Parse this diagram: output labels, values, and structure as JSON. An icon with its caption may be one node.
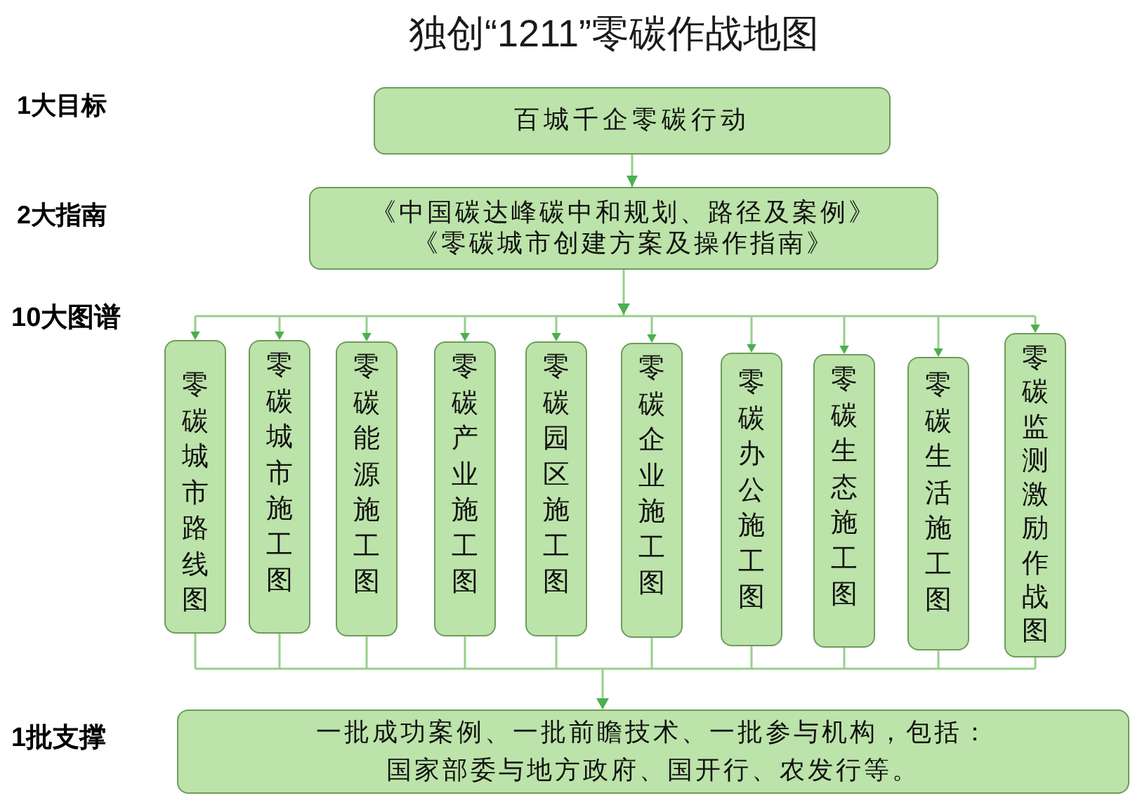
{
  "diagram": {
    "title": "独创“1211”零碳作战地图",
    "nodes": [
      {
        "text": [
          "百城千企零碳行动"
        ]
      },
      {
        "text": [
          "《中国碳达峰碳中和规划、路径及案例》",
          "《零碳城市创建方案及操作指南》"
        ]
      },
      {
        "text": [
          "零碳城市路线图"
        ]
      },
      {
        "text": [
          "零碳城市施工图"
        ]
      },
      {
        "text": [
          "零碳能源施工图"
        ]
      },
      {
        "text": [
          "零碳产业施工图"
        ]
      },
      {
        "text": [
          "零碳园区施工图"
        ]
      },
      {
        "text": [
          "零碳企业施工图"
        ]
      },
      {
        "text": [
          "零碳办公施工图"
        ]
      },
      {
        "text": [
          "零碳生态施工图"
        ]
      },
      {
        "text": [
          "零碳生活施工图"
        ]
      },
      {
        "text": [
          "零碳监测激励作战图"
        ]
      },
      {
        "text": [
          "一批成功案例、一批前瞻技术、一批参与机构，包括：",
          "国家部委与地方政府、国开行、农发行等。"
        ]
      }
    ],
    "edges": [
      {
        "from": 0,
        "to": 1,
        "arrow": "to"
      },
      {
        "from": 1,
        "to": 2,
        "arrow": "to"
      },
      {
        "from": 1,
        "to": 3,
        "arrow": "to"
      },
      {
        "from": 1,
        "to": 4,
        "arrow": "to"
      },
      {
        "from": 1,
        "to": 5,
        "arrow": "to"
      },
      {
        "from": 1,
        "to": 6,
        "arrow": "to"
      },
      {
        "from": 1,
        "to": 7,
        "arrow": "to"
      },
      {
        "from": 1,
        "to": 8,
        "arrow": "to"
      },
      {
        "from": 1,
        "to": 9,
        "arrow": "to"
      },
      {
        "from": 1,
        "to": 10,
        "arrow": "to"
      },
      {
        "from": 1,
        "to": 11,
        "arrow": "to"
      },
      {
        "from": 2,
        "to": 12,
        "arrow": "to"
      },
      {
        "from": 3,
        "to": 12,
        "arrow": "to"
      },
      {
        "from": 4,
        "to": 12,
        "arrow": "to"
      },
      {
        "from": 5,
        "to": 12,
        "arrow": "to"
      },
      {
        "from": 6,
        "to": 12,
        "arrow": "to"
      },
      {
        "from": 7,
        "to": 12,
        "arrow": "to"
      },
      {
        "from": 8,
        "to": 12,
        "arrow": "to"
      },
      {
        "from": 9,
        "to": 12,
        "arrow": "to"
      },
      {
        "from": 10,
        "to": 12,
        "arrow": "to"
      },
      {
        "from": 11,
        "to": 12,
        "arrow": "to"
      }
    ],
    "labels": [
      "1大目标",
      "2大指南",
      "10大图谱",
      "1批支撑"
    ]
  }
}
